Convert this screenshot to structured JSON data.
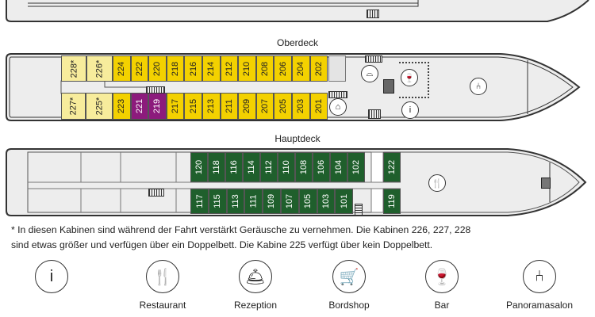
{
  "colors": {
    "standard": "#f3d100",
    "light": "#f7ec9c",
    "purple": "#8c1b7c",
    "green": "#1f5f2c"
  },
  "oberdeck": {
    "title": "Oberdeck",
    "top": [
      {
        "n": "228*",
        "t": "light",
        "w": 32
      },
      {
        "n": "226*",
        "t": "light",
        "w": 33
      },
      {
        "n": "224"
      },
      {
        "n": "222"
      },
      {
        "n": "220"
      },
      {
        "n": "218"
      },
      {
        "n": "216"
      },
      {
        "n": "214"
      },
      {
        "n": "212"
      },
      {
        "n": "210"
      },
      {
        "n": "208"
      },
      {
        "n": "206"
      },
      {
        "n": "204"
      },
      {
        "n": "202"
      }
    ],
    "bottom": [
      {
        "n": "227*",
        "t": "light",
        "w": 31
      },
      {
        "n": "225*",
        "t": "light",
        "w": 34
      },
      {
        "n": "223"
      },
      {
        "n": "221",
        "t": "purple"
      },
      {
        "n": "219",
        "t": "purple"
      },
      {
        "n": "217"
      },
      {
        "n": "215"
      },
      {
        "n": "213"
      },
      {
        "n": "211"
      },
      {
        "n": "209"
      },
      {
        "n": "207"
      },
      {
        "n": "205"
      },
      {
        "n": "203"
      },
      {
        "n": "201"
      }
    ]
  },
  "hauptdeck": {
    "title": "Hauptdeck",
    "top": [
      "120",
      "118",
      "116",
      "114",
      "112",
      "110",
      "108",
      "106",
      "104",
      "102"
    ],
    "bottom": [
      "117",
      "115",
      "113",
      "111",
      "109",
      "107",
      "105",
      "103",
      "101"
    ],
    "extra_top": "122",
    "extra_bottom": "119"
  },
  "footnote": [
    "*  In diesen Kabinen sind während der Fahrt verstärkt Geräusche zu vernehmen. Die Kabinen 226, 227, 228",
    "sind etwas größer und verfügen über ein Doppelbett. Die Kabine 225 verfügt über kein Doppelbett."
  ],
  "legend": [
    {
      "icon": "info-icon",
      "glyph": "i",
      "label": ""
    },
    {
      "icon": "restaurant-icon",
      "glyph": "🍴",
      "label": "Restaurant"
    },
    {
      "icon": "reception-icon",
      "glyph": "🛎",
      "label": "Rezeption"
    },
    {
      "icon": "bordshop-icon",
      "glyph": "🛒",
      "label": "Bordshop"
    },
    {
      "icon": "bar-icon",
      "glyph": "🍷",
      "label": "Bar"
    },
    {
      "icon": "panoramasalon-icon",
      "glyph": "⑃",
      "label": "Panoramasalon"
    }
  ]
}
